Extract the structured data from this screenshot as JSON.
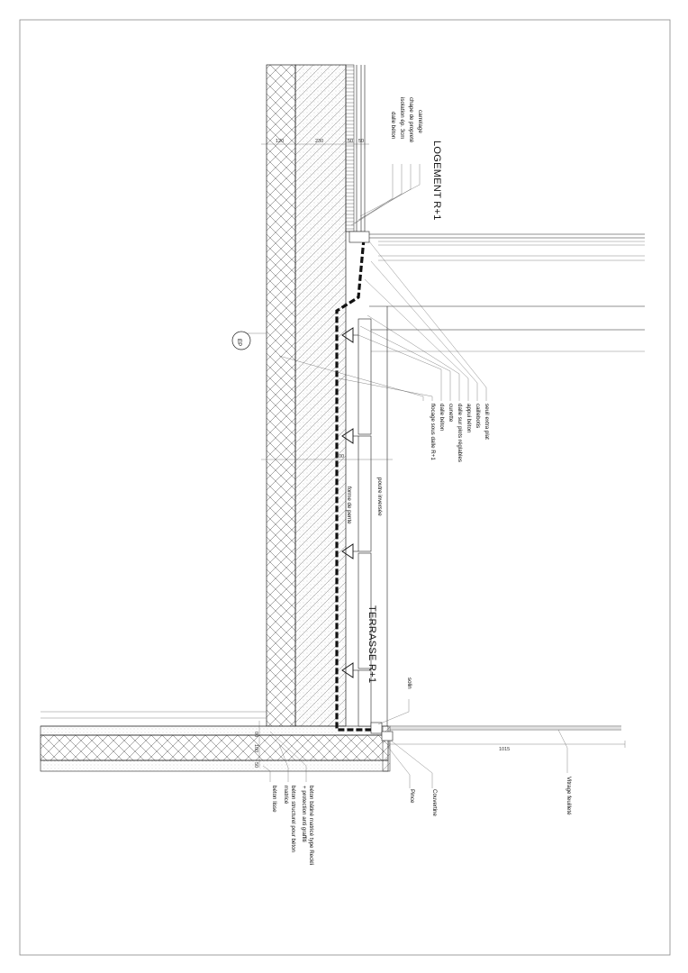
{
  "titles": {
    "logement": "LOGEMENT R+1",
    "terrasse": "TERRASSE R+1"
  },
  "marker": "EP",
  "labels": {
    "carrelage": "carrelage",
    "chape": "chape de propreté",
    "isolation": "isolation ép. 3cm",
    "dalle_top": "dalle béton",
    "seuil": "seuil extra plat",
    "caillebotis": "caillebotis",
    "appui": "appui béton",
    "dalle_plots": "dalle sur plots réglables",
    "cunette": "cunette",
    "dalle_beton": "dalle béton",
    "flocage": "flocage sous dalle R+1",
    "forme_pente": "forme de pente",
    "poutre": "poutre inversée",
    "solin": "solin",
    "couvertine": "Couvertine",
    "pince": "Pince",
    "vitrage": "Vitrage feuilleté",
    "beton_lisse": "béton lisse",
    "beton_structurel": "béton structurel pour béton",
    "matrice": "matricé",
    "beton_bouchard": "béton bâtiné matricé type Reckli",
    "protection": "+ protection anti graffiti"
  },
  "dims": {
    "d120": "120",
    "d230": "230",
    "d50": "50",
    "d50b": "50",
    "d00": "00",
    "d1015": "1015",
    "d00b": "00",
    "d100": "100",
    "d50c": "50"
  }
}
